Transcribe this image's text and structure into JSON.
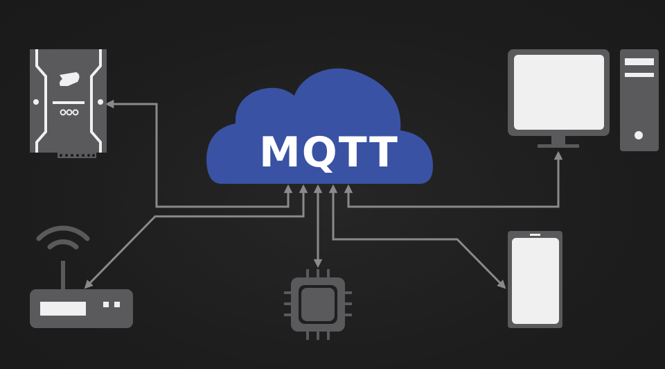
{
  "diagram": {
    "title": "MQTT",
    "broker": {
      "label": "MQTT",
      "shape": "cloud",
      "color": "#3a52a3"
    },
    "colors": {
      "background": "#1c1c1c",
      "device_fill": "#5a5a5c",
      "device_highlight": "#f0f0f0",
      "connector": "#8a8a8a",
      "cloud": "#3a52a3",
      "text": "#ffffff"
    },
    "nodes": [
      {
        "id": "industrial-gateway",
        "icon": "industrial-controller-icon",
        "position": "top-left"
      },
      {
        "id": "wifi-router",
        "icon": "wifi-router-icon",
        "position": "bottom-left"
      },
      {
        "id": "microcontroller",
        "icon": "chip-icon",
        "position": "bottom-center"
      },
      {
        "id": "smartphone",
        "icon": "smartphone-icon",
        "position": "bottom-right"
      },
      {
        "id": "desktop-computer",
        "icon": "desktop-computer-icon",
        "position": "top-right"
      }
    ],
    "connections": [
      {
        "from": "MQTT",
        "to": "industrial-gateway",
        "direction": "broker-to-device"
      },
      {
        "from": "industrial-gateway",
        "to": "MQTT",
        "direction": "device-to-broker"
      },
      {
        "from": "MQTT",
        "to": "wifi-router",
        "direction": "broker-to-device"
      },
      {
        "from": "microcontroller",
        "to": "MQTT",
        "direction": "bidirectional"
      },
      {
        "from": "MQTT",
        "to": "smartphone",
        "direction": "broker-to-device"
      },
      {
        "from": "MQTT",
        "to": "desktop-computer",
        "direction": "broker-to-device"
      }
    ]
  }
}
